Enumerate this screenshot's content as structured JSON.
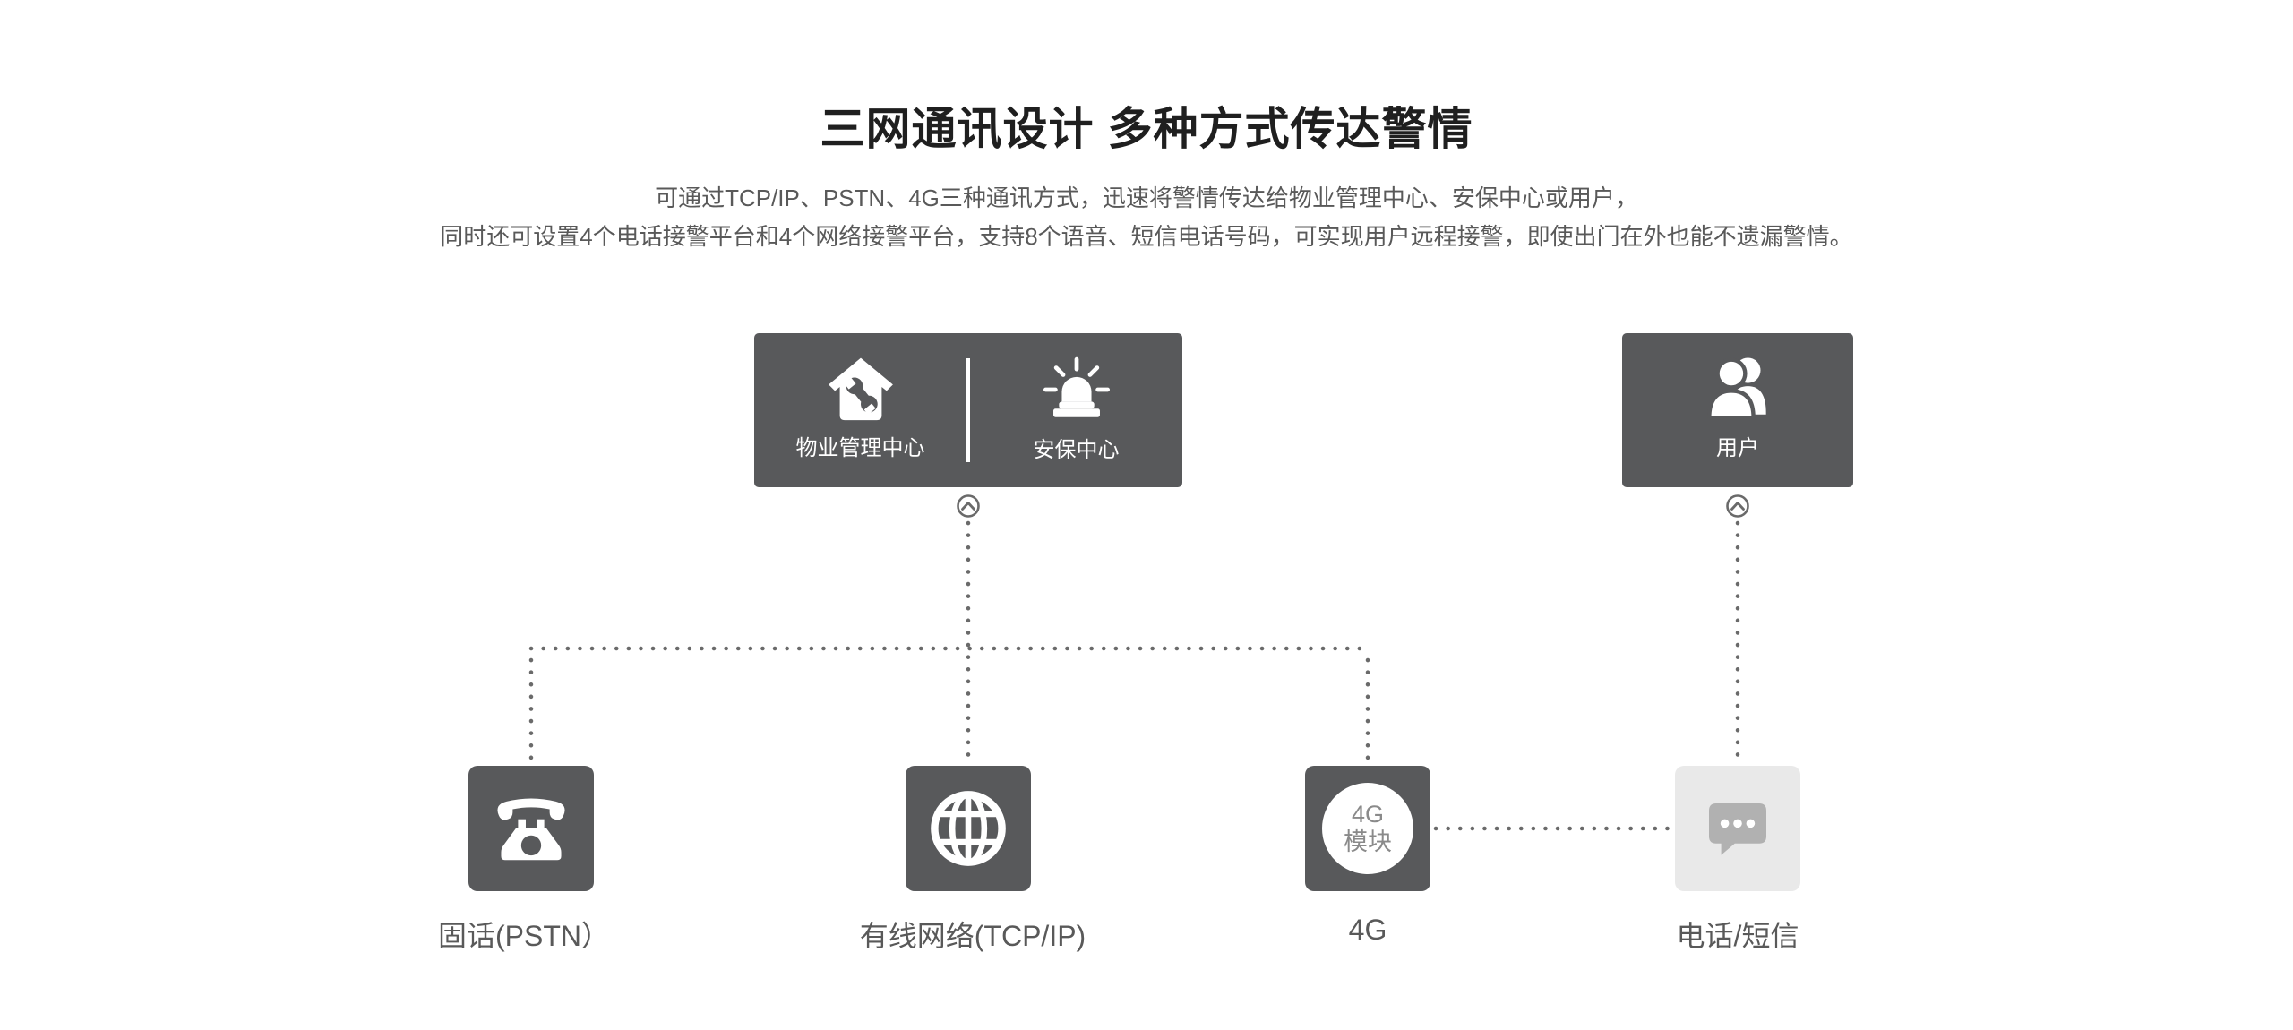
{
  "page": {
    "title": "三网通讯设计 多种方式传达警情",
    "subtitle_line1": "可通过TCP/IP、PSTN、4G三种通讯方式，迅速将警情传达给物业管理中心、安保中心或用户，",
    "subtitle_line2": "同时还可设置4个电话接警平台和4个网络接警平台，支持8个语音、短信电话号码，可实现用户远程接警，即使出门在外也能不遗漏警情。"
  },
  "diagram": {
    "centers_box": {
      "items": [
        {
          "icon": "house-wrench-icon",
          "label": "物业管理中心"
        },
        {
          "icon": "siren-icon",
          "label": "安保中心"
        }
      ]
    },
    "user_box": {
      "icon": "users-icon",
      "label": "用户"
    },
    "module_badge": {
      "line1": "4G",
      "line2": "模块"
    },
    "channels": [
      {
        "icon": "telephone-icon",
        "label": "固话(PSTN）"
      },
      {
        "icon": "globe-icon",
        "label": "有线网络(TCP/IP)"
      },
      {
        "icon": "4g-module-badge",
        "label": "4G"
      },
      {
        "icon": "chat-bubble-icon",
        "label": "电话/短信"
      }
    ],
    "connector": {
      "style": "dotted",
      "arrow": "chevron-up-circle"
    },
    "colors": {
      "box_dark": "#58595b",
      "box_light": "#e9e9e9",
      "icon_on_light": "#b1b1b1",
      "dotted_line": "#6a6a6a",
      "muted_text": "#595959",
      "title_text": "#1f1f1f",
      "badge_text": "#8a8a8a"
    }
  }
}
